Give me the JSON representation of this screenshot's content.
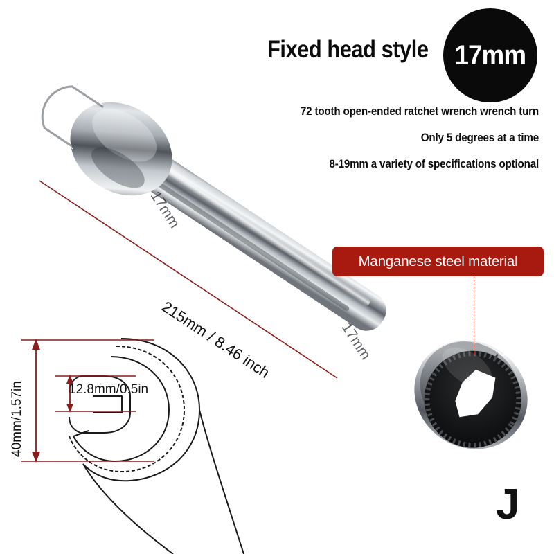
{
  "header": {
    "title": "Fixed head style",
    "badge_size": "17mm",
    "badge_color": "#0a0a0a"
  },
  "features": [
    "72 tooth open-ended ratchet wrench wrench turn",
    "Only 5 degrees at a time",
    "8-19mm a variety of specifications optional"
  ],
  "callout": {
    "label": "Manganese steel material",
    "color": "#a8190f"
  },
  "dimensions": {
    "length": "215mm / 8.46 inch",
    "head_height": "40mm/1.57in",
    "opening": "12.8mm/0.5in",
    "line_color": "#8c1b1b"
  },
  "product": {
    "stamp_open_end": "17mm",
    "stamp_box_end": "17mm"
  },
  "watermark": "J"
}
